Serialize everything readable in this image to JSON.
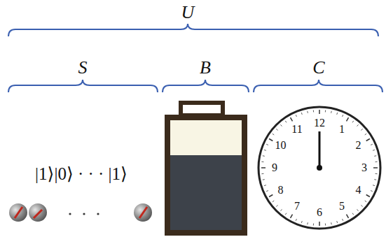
{
  "diagram": {
    "nodes": [
      {
        "text": [
          "12",
          "1",
          "2",
          "3",
          "4",
          "5",
          "6",
          "7",
          "8",
          "9",
          "10",
          "11"
        ]
      }
    ],
    "labels": [
      "U",
      "S",
      "B",
      "C",
      "|1⟩|0⟩ · · · |1⟩"
    ]
  }
}
